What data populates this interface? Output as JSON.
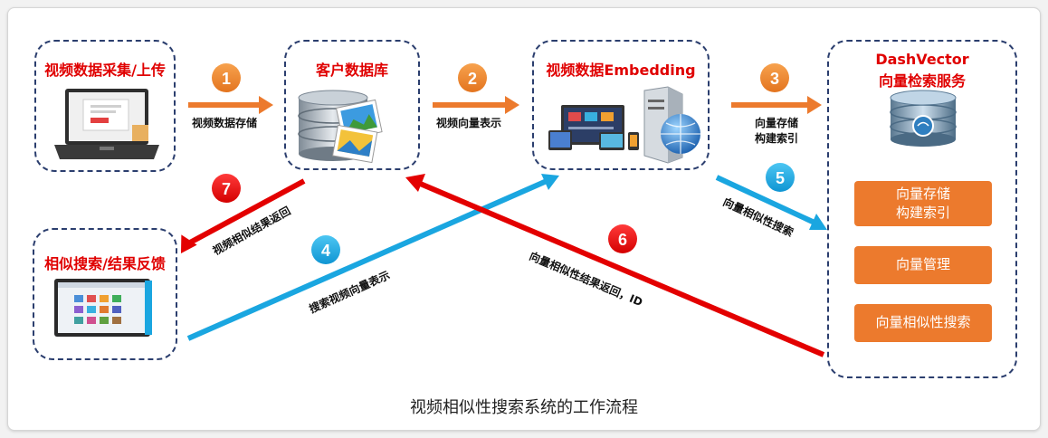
{
  "nodes": {
    "upload": {
      "title": "视频数据采集/上传"
    },
    "customer_db": {
      "title": "客户数据库"
    },
    "embedding": {
      "title": "视频数据Embedding"
    },
    "dashvector": {
      "title_line1": "DashVector",
      "title_line2": "向量检索服务"
    },
    "feedback": {
      "title": "相似搜索/结果反馈"
    }
  },
  "services": [
    {
      "line1": "向量存储",
      "line2": "构建索引"
    },
    {
      "line1": "向量管理",
      "line2": ""
    },
    {
      "line1": "向量相似性搜索",
      "line2": ""
    }
  ],
  "steps": [
    {
      "num": "1",
      "label": "视频数据存储"
    },
    {
      "num": "2",
      "label": "视频向量表示"
    },
    {
      "num": "3",
      "label_line1": "向量存储",
      "label_line2": "构建索引"
    },
    {
      "num": "4",
      "label": "搜索视频向量表示"
    },
    {
      "num": "5",
      "label": "向量相似性搜索"
    },
    {
      "num": "6",
      "label": "向量相似性结果返回，ID"
    },
    {
      "num": "7",
      "label": "视频相似结果返回"
    }
  ],
  "caption": "视频相似性搜索系统的工作流程",
  "colors": {
    "accent_orange": "#ec7a2d",
    "red": "#e30000",
    "blue": "#1aa6e0",
    "title_red": "#e00000",
    "box_border": "#2b3e6e"
  }
}
